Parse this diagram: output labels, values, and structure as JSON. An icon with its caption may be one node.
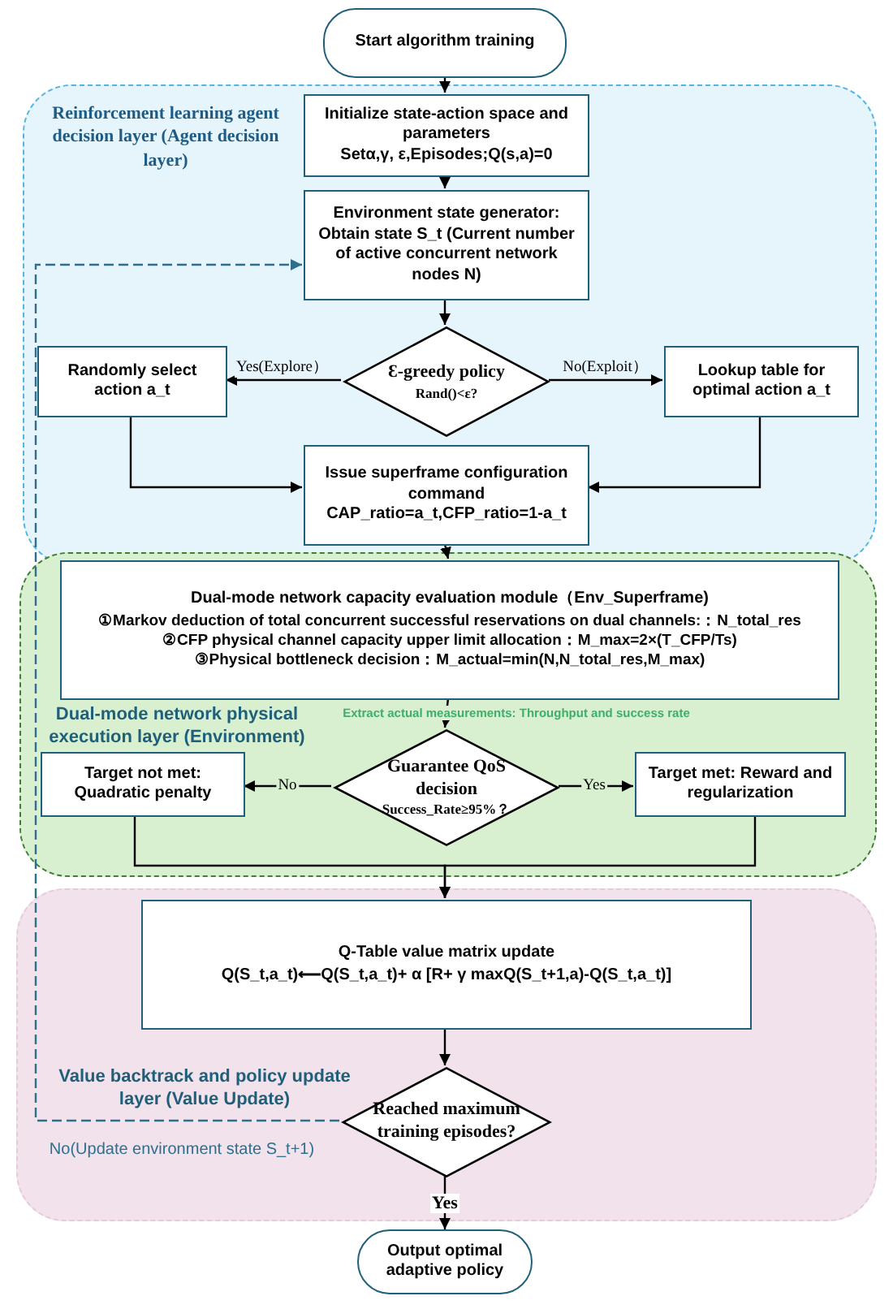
{
  "diagram": {
    "nodes": [
      {
        "text": [
          "Start algorithm training"
        ]
      },
      {
        "text": [
          "Reinforcement learning agent decision layer (Agent decision layer)"
        ]
      },
      {
        "text": [
          "Initialize state-action space and parameters",
          "Setα,γ, ε,Episodes;Q(s,a)=0"
        ],
        "in": 1
      },
      {
        "text": [
          "Environment state generator: Obtain state S_t (Current number of active concurrent network nodes N)"
        ],
        "in": 1
      },
      {
        "text": [
          "Ɛ-greedy policy",
          "Rand()<ε?"
        ],
        "in": 1
      },
      {
        "text": [
          "Randomly select action a_t"
        ],
        "in": 1
      },
      {
        "text": [
          "Lookup table for optimal action a_t"
        ],
        "in": 1
      },
      {
        "text": [
          "Issue superframe configuration command CAP_ratio=a_t,CFP_ratio=1-a_t"
        ],
        "in": 1
      },
      {
        "text": [
          "Dual-mode network physical execution layer (Environment)"
        ]
      },
      {
        "text": [
          "Dual-mode network capacity evaluation module（Env_Superframe)",
          "①Markov deduction of total concurrent successful reservations on dual channels:：N_total_res",
          "②CFP physical channel capacity upper limit allocation：M_max=2×(T_CFP/Ts)",
          "③Physical bottleneck decision：M_actual=min(N,N_total_res,M_max)"
        ],
        "in": 8
      },
      {
        "text": [
          "Guarantee QoS decision",
          "Success_Rate≥95%？"
        ],
        "in": 8
      },
      {
        "text": [
          "Target not met: Quadratic penalty"
        ],
        "in": 8
      },
      {
        "text": [
          "Target met: Reward and regularization"
        ],
        "in": 8
      },
      {
        "text": [
          "Value backtrack and policy update layer (Value Update)"
        ]
      },
      {
        "text": [
          "Q-Table value matrix update",
          "Q(S_t,a_t)⟵Q(S_t,a_t)+ α [R+ γ maxQ(S_t+1,a)-Q(S_t,a_t)]"
        ],
        "in": 13
      },
      {
        "text": [
          "Reached maximum training episodes?"
        ],
        "in": 13
      },
      {
        "text": [
          "Output optimal adaptive policy"
        ]
      }
    ],
    "edges": [
      {
        "from": 0,
        "to": 2,
        "arrow": "to"
      },
      {
        "from": 2,
        "to": 3,
        "arrow": "to"
      },
      {
        "from": 3,
        "to": 4,
        "arrow": "to"
      },
      {
        "from": 4,
        "to": 5,
        "arrow": "to",
        "label": "Yes(Explore）"
      },
      {
        "from": 4,
        "to": 6,
        "arrow": "to",
        "label": "No(Exploit）"
      },
      {
        "from": 5,
        "to": 7,
        "arrow": "to"
      },
      {
        "from": 6,
        "to": 7,
        "arrow": "to"
      },
      {
        "from": 7,
        "to": 9,
        "arrow": "to"
      },
      {
        "from": 9,
        "to": 10,
        "arrow": "to",
        "label": "Extract actual measurements: Throughput and success rate"
      },
      {
        "from": 10,
        "to": 11,
        "arrow": "to",
        "label": "No"
      },
      {
        "from": 10,
        "to": 12,
        "arrow": "to",
        "label": "Yes"
      },
      {
        "from": 11,
        "to": 14,
        "arrow": "to"
      },
      {
        "from": 12,
        "to": 14,
        "arrow": "to"
      },
      {
        "from": 14,
        "to": 15,
        "arrow": "to"
      },
      {
        "from": 15,
        "to": 16,
        "arrow": "to",
        "label": "Yes"
      },
      {
        "from": 15,
        "to": 3,
        "arrow": "to",
        "label": "No(Update environment state S_t+1)",
        "style": "dashed",
        "color": "#2e6f8e"
      }
    ]
  }
}
